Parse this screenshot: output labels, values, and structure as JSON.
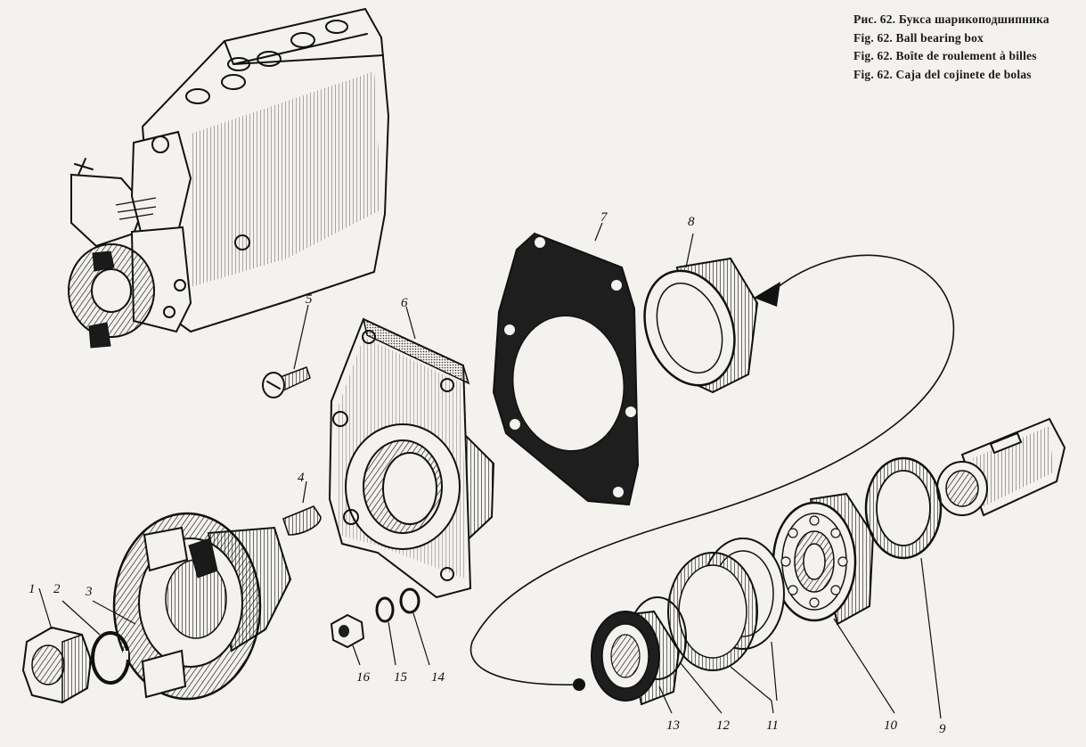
{
  "captions": [
    "Рис. 62. Букса шарикоподшипника",
    "Fig. 62. Ball bearing box",
    "Fig. 62. Boîte de roulement à billes",
    "Fig. 62. Caja del cojinete de bolas"
  ],
  "callouts": {
    "p1": "1",
    "p2": "2",
    "p3": "3",
    "p4": "4",
    "p5": "5",
    "p6": "6",
    "p7": "7",
    "p8": "8",
    "p9": "9",
    "p10": "10",
    "p11": "11",
    "p12": "12",
    "p13": "13",
    "p14": "14",
    "p15": "15",
    "p16": "16"
  }
}
